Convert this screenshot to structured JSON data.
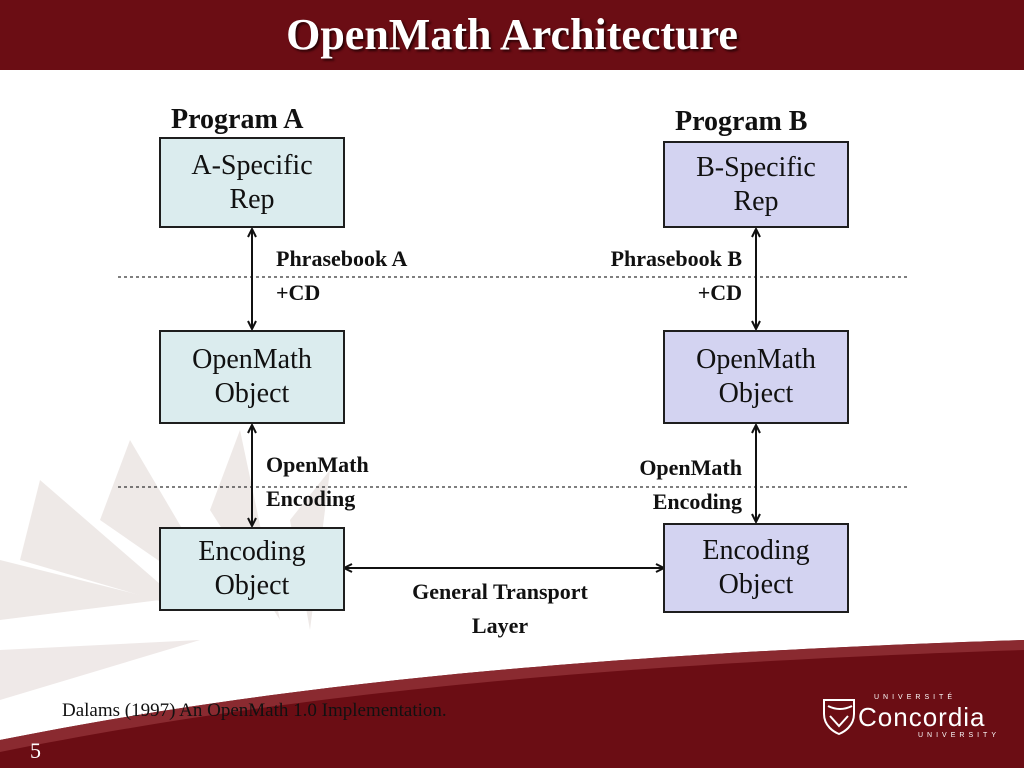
{
  "slide": {
    "title": "OpenMath Architecture",
    "page_number": "5",
    "citation": "Dalams (1997) An OpenMath 1.0 Implementation."
  },
  "colors": {
    "title_bar": "#6b0d14",
    "box_a_fill": "#dbecee",
    "box_b_fill": "#d3d3f1"
  },
  "diagram": {
    "program_a": {
      "title": "Program A",
      "specific_rep": [
        "A-Specific",
        "Rep"
      ],
      "openmath_object": [
        "OpenMath",
        "Object"
      ],
      "encoding_object": [
        "Encoding",
        "Object"
      ],
      "phrasebook": [
        "Phrasebook A",
        "+CD"
      ],
      "encoding_label": [
        "OpenMath",
        "Encoding"
      ]
    },
    "program_b": {
      "title": "Program B",
      "specific_rep": [
        "B-Specific",
        "Rep"
      ],
      "openmath_object": [
        "OpenMath",
        "Object"
      ],
      "encoding_object": [
        "Encoding",
        "Object"
      ],
      "phrasebook": [
        "Phrasebook B",
        "+CD"
      ],
      "encoding_label": [
        "OpenMath",
        "Encoding"
      ]
    },
    "transport": [
      "General Transport",
      "Layer"
    ]
  },
  "logo": {
    "top": "UNIVERSITÉ",
    "main": "Concordia",
    "bottom": "UNIVERSITY"
  }
}
